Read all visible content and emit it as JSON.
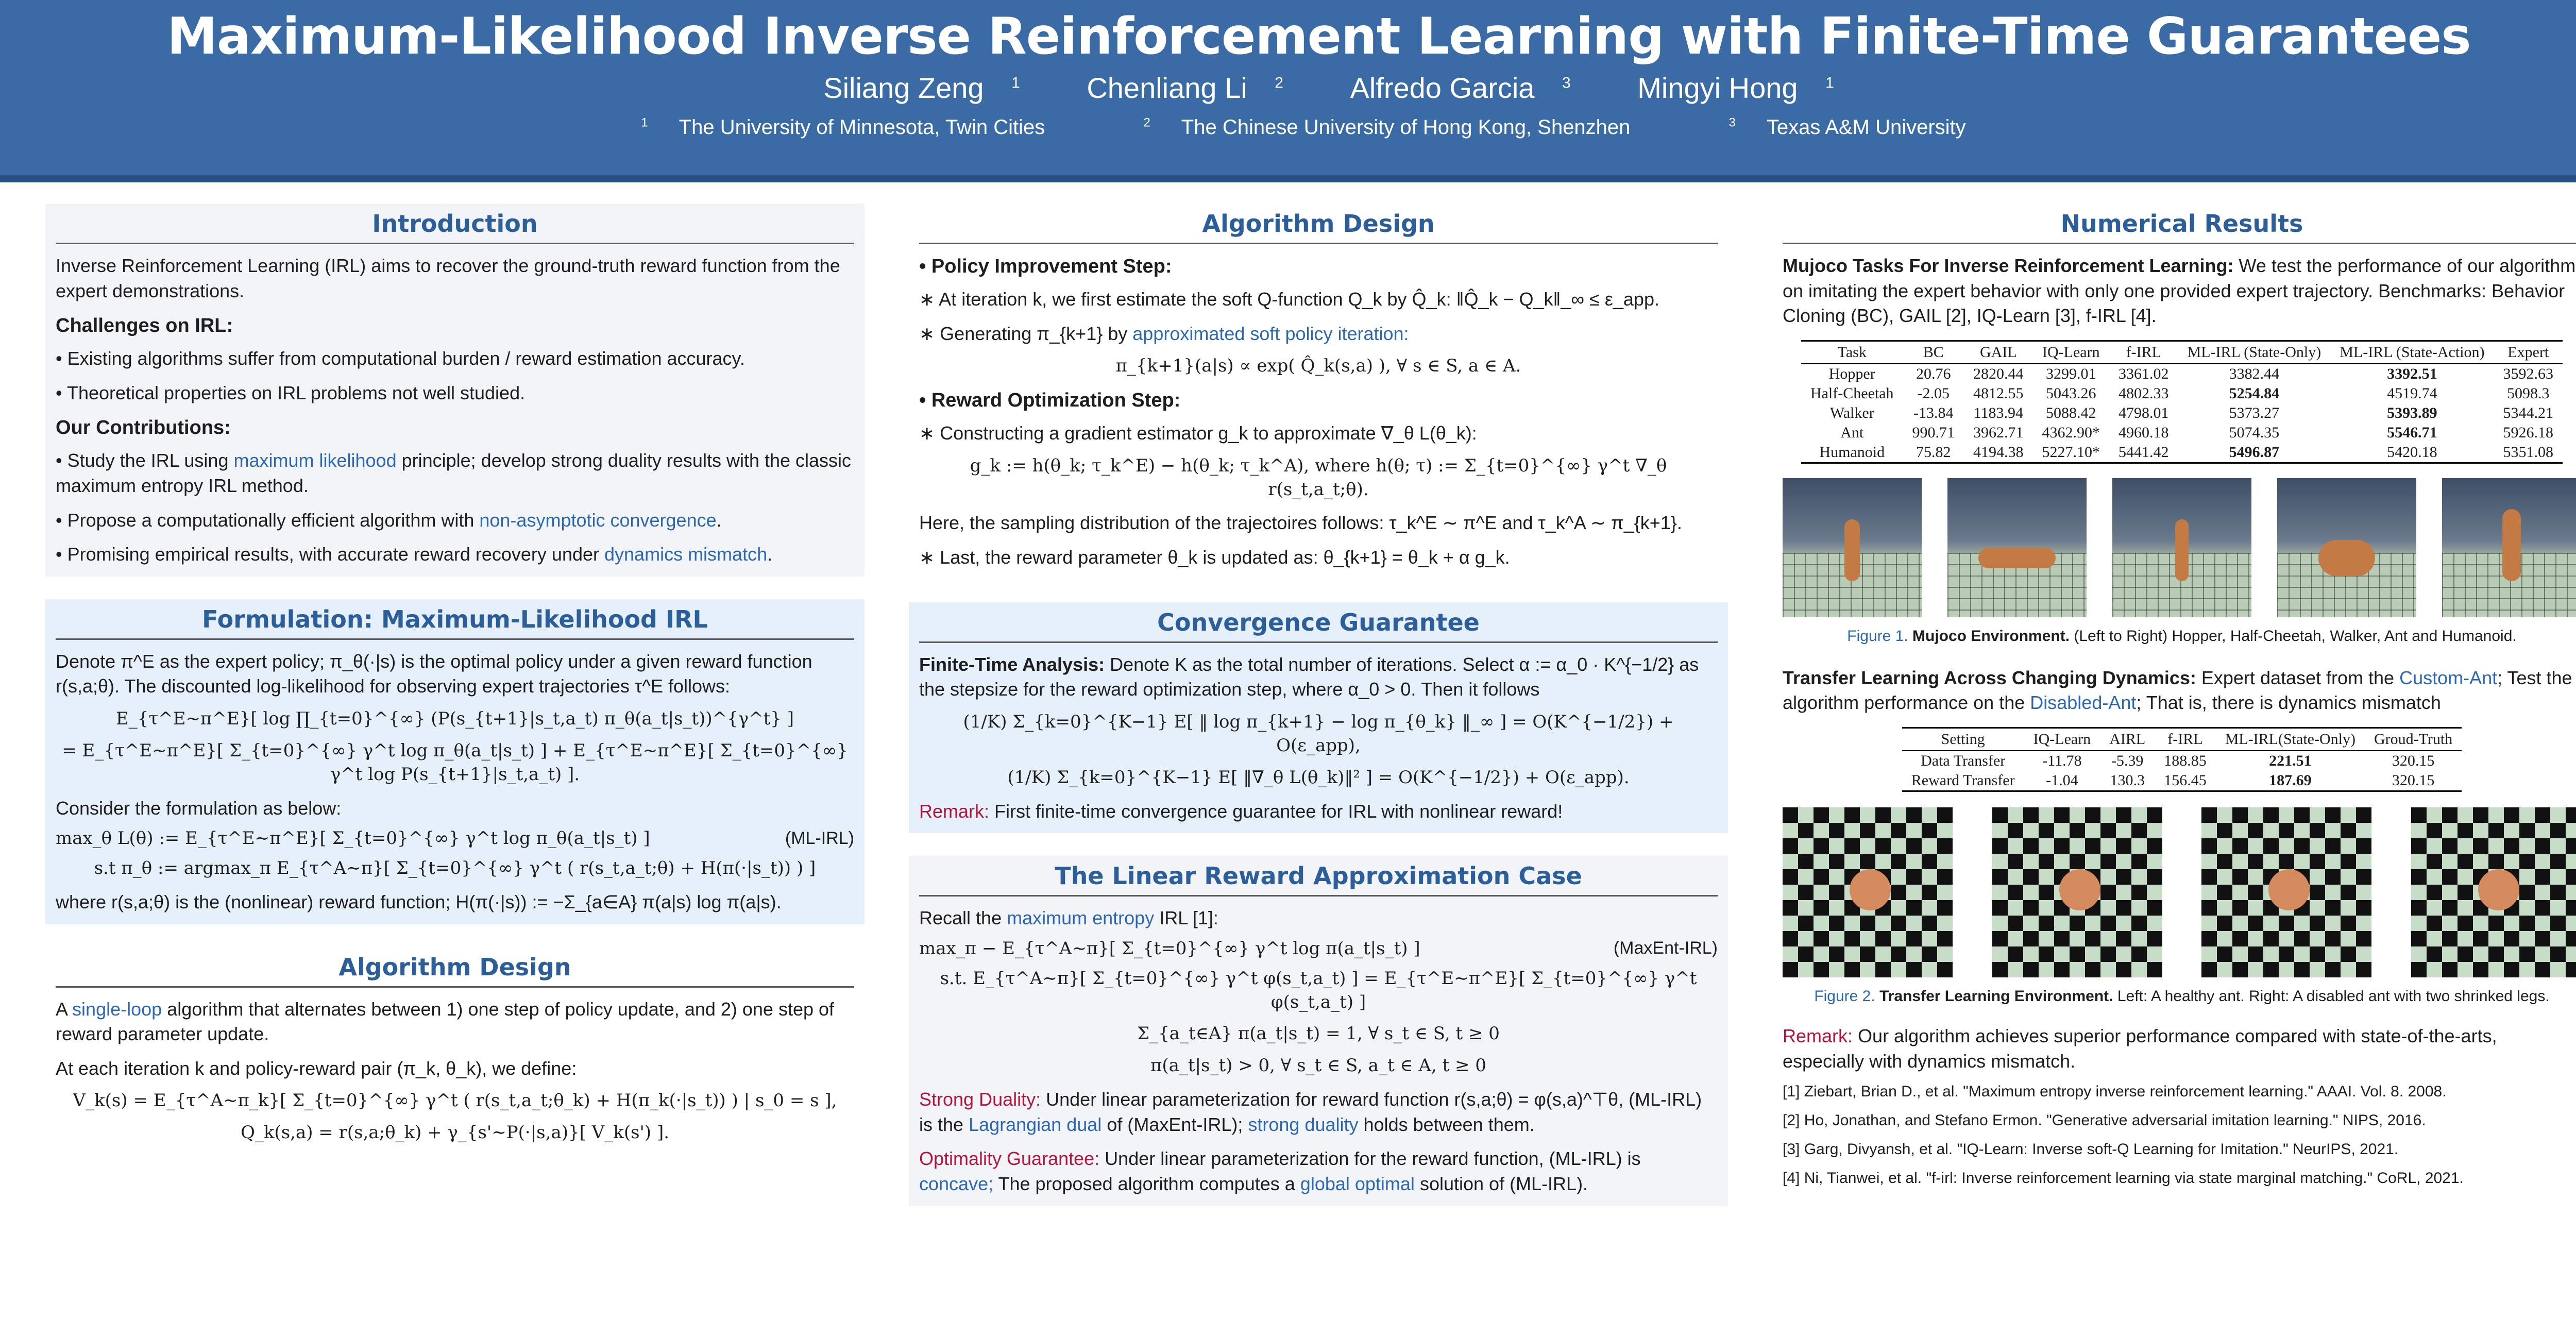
{
  "header": {
    "title": "Maximum-Likelihood Inverse Reinforcement Learning with Finite-Time Guarantees",
    "authors": [
      {
        "name": "Siliang Zeng",
        "sup": "1"
      },
      {
        "name": "Chenliang Li",
        "sup": "2"
      },
      {
        "name": "Alfredo Garcia",
        "sup": "3"
      },
      {
        "name": "Mingyi Hong",
        "sup": "1"
      }
    ],
    "affiliations": [
      {
        "sup": "1",
        "name": "The University of Minnesota, Twin Cities"
      },
      {
        "sup": "2",
        "name": "The Chinese University of Hong Kong, Shenzhen"
      },
      {
        "sup": "3",
        "name": "Texas A&M University"
      }
    ]
  },
  "intro": {
    "heading": "Introduction",
    "p1_term": "Inverse Reinforcement Learning",
    "p1_rest": "(IRL) aims to recover the ground-truth reward function from the expert demonstrations.",
    "challenges_title": "Challenges on IRL:",
    "challenge1": "Existing algorithms suffer from computational burden / reward estimation accuracy.",
    "challenge2": "Theoretical properties on IRL problems not well studied.",
    "contrib_title": "Our Contributions:",
    "c1_a": "Study the IRL using",
    "c1_link": "maximum likelihood",
    "c1_b": "principle; develop strong duality results with the classic maximum entropy IRL method.",
    "c2_a": "Propose a computationally efficient algorithm with",
    "c2_link": "non-asymptotic convergence",
    "c3_a": "Promising empirical results, with accurate reward recovery under",
    "c3_link": "dynamics mismatch"
  },
  "formulation": {
    "heading": "Formulation: Maximum-Likelihood IRL",
    "p1": "Denote π^E as the expert policy; π_θ(·|s) is the optimal policy under a given reward function r(s,a;θ). The discounted log-likelihood for observing expert trajectories τ^E follows:",
    "eq1": "E_{τ^E∼π^E}[ log ∏_{t=0}^{∞} (P(s_{t+1}|s_t,a_t) π_θ(a_t|s_t))^{γ^t} ]",
    "eq2": "= E_{τ^E∼π^E}[ Σ_{t=0}^{∞} γ^t log π_θ(a_t|s_t) ] + E_{τ^E∼π^E}[ Σ_{t=0}^{∞} γ^t log P(s_{t+1}|s_t,a_t) ].",
    "p2": "Consider the formulation as below:",
    "eq3": "max_θ   L(θ) := E_{τ^E∼π^E}[ Σ_{t=0}^{∞} γ^t log π_θ(a_t|s_t) ]",
    "eq3_tag": "(ML-IRL)",
    "eq4": "s.t   π_θ := argmax_π E_{τ^A∼π}[ Σ_{t=0}^{∞} γ^t ( r(s_t,a_t;θ) + H(π(·|s_t)) ) ]",
    "p3": "where r(s,a;θ) is the (nonlinear) reward function; H(π(·|s)) := −Σ_{a∈A} π(a|s) log π(a|s)."
  },
  "alg1": {
    "heading": "Algorithm Design",
    "p1_a": "A",
    "p1_link": "single-loop",
    "p1_b": "algorithm that alternates between 1) one step of policy update, and 2) one step of reward parameter update.",
    "p2": "At each iteration k and policy-reward pair (π_k, θ_k), we define:",
    "eq1": "V_k(s) = E_{τ^A∼π_k}[ Σ_{t=0}^{∞} γ^t ( r(s_t,a_t;θ_k) + H(π_k(·|s_t)) ) | s_0 = s ],",
    "eq2": "Q_k(s,a) = r(s,a;θ_k) + γ_{s'∼P(·|s,a)}[ V_k(s') ]."
  },
  "alg2": {
    "heading": "Algorithm Design",
    "s1_title": "• Policy Improvement Step:",
    "s1_p1": "∗ At iteration k, we first estimate the soft Q-function Q_k by Q̂_k: ‖Q̂_k − Q_k‖_∞ ≤ ε_app.",
    "s1_p2_a": "∗ Generating π_{k+1} by",
    "s1_p2_link": "approximated soft policy iteration:",
    "s1_eq": "π_{k+1}(a|s) ∝ exp( Q̂_k(s,a) ),    ∀ s ∈ S, a ∈ A.",
    "s2_title": "• Reward Optimization Step:",
    "s2_p1": "∗ Constructing a gradient estimator g_k to approximate ∇_θ L(θ_k):",
    "s2_eq": "g_k := h(θ_k; τ_k^E) − h(θ_k; τ_k^A),  where  h(θ; τ) := Σ_{t=0}^{∞} γ^t ∇_θ r(s_t,a_t;θ).",
    "s2_p2": "Here, the sampling distribution of the trajectoires follows: τ_k^E ∼ π^E and τ_k^A ∼ π_{k+1}.",
    "s2_p3": "∗ Last, the reward parameter θ_k is updated as: θ_{k+1} = θ_k + α g_k."
  },
  "conv": {
    "heading": "Convergence Guarantee",
    "lead": "Finite-Time Analysis:",
    "p1": "Denote K as the total number of iterations. Select α := α_0 · K^{−1/2} as the stepsize for the reward optimization step, where α_0 > 0. Then it follows",
    "eq1": "(1/K) Σ_{k=0}^{K−1} E[ ‖ log π_{k+1} − log π_{θ_k} ‖_∞ ] = O(K^{−1/2}) + O(ε_app),",
    "eq2": "(1/K) Σ_{k=0}^{K−1} E[ ‖∇_θ L(θ_k)‖² ] = O(K^{−1/2}) + O(ε_app).",
    "remark_label": "Remark:",
    "remark": "First finite-time convergence guarantee for IRL with nonlinear reward!"
  },
  "linear": {
    "heading": "The Linear Reward Approximation Case",
    "p1_a": "Recall the",
    "p1_link": "maximum entropy",
    "p1_b": "IRL [1]:",
    "eq1": "max_π   − E_{τ^A∼π}[ Σ_{t=0}^{∞} γ^t log π(a_t|s_t) ]",
    "eq1_tag": "(MaxEnt-IRL)",
    "eq2": "s.t.   E_{τ^A∼π}[ Σ_{t=0}^{∞} γ^t φ(s_t,a_t) ] = E_{τ^E∼π^E}[ Σ_{t=0}^{∞} γ^t φ(s_t,a_t) ]",
    "eq3": "Σ_{a_t∈A} π(a_t|s_t) = 1,    ∀ s_t ∈ S, t ≥ 0",
    "eq4": "π(a_t|s_t) > 0,    ∀ s_t ∈ S, a_t ∈ A, t ≥ 0",
    "sd_label": "Strong Duality:",
    "sd_p1": "Under linear parameterization for reward function r(s,a;θ) = φ(s,a)^⊤θ, (ML-IRL) is the",
    "sd_link1": "Lagrangian dual",
    "sd_p2": "of (MaxEnt-IRL);",
    "sd_link2": "strong duality",
    "sd_p3": "holds between them.",
    "og_label": "Optimality Guarantee:",
    "og_p1": "Under linear parameterization for the reward function, (ML-IRL) is",
    "og_link1": "concave;",
    "og_p2": "The proposed algorithm computes a",
    "og_link2": "global optimal",
    "og_p3": "solution of (ML-IRL)."
  },
  "results": {
    "heading": "Numerical Results",
    "mujoco_lead": "Mujoco Tasks For Inverse Reinforcement Learning:",
    "mujoco_text": "We test the performance of our algorithm on imitating the expert behavior with only one provided expert trajectory. Benchmarks: Behavior Cloning (BC), GAIL [2], IQ-Learn [3], f-IRL [4].",
    "table1": {
      "headers": [
        "Task",
        "BC",
        "GAIL",
        "IQ-Learn",
        "f-IRL",
        "ML-IRL (State-Only)",
        "ML-IRL (State-Action)",
        "Expert"
      ],
      "rows": [
        [
          "Hopper",
          "20.76",
          "2820.44",
          "3299.01",
          "3361.02",
          "3382.44",
          "3392.51",
          "3592.63"
        ],
        [
          "Half-Cheetah",
          "-2.05",
          "4812.55",
          "5043.26",
          "4802.33",
          "5254.84",
          "4519.74",
          "5098.3"
        ],
        [
          "Walker",
          "-13.84",
          "1183.94",
          "5088.42",
          "4798.01",
          "5373.27",
          "5393.89",
          "5344.21"
        ],
        [
          "Ant",
          "990.71",
          "3962.71",
          "4362.90*",
          "4960.18",
          "5074.35",
          "5546.71",
          "5926.18"
        ],
        [
          "Humanoid",
          "75.82",
          "4194.38",
          "5227.10*",
          "5441.42",
          "5496.87",
          "5420.18",
          "5351.08"
        ]
      ],
      "bold": [
        [
          0,
          6
        ],
        [
          1,
          5
        ],
        [
          2,
          6
        ],
        [
          3,
          6
        ],
        [
          4,
          5
        ]
      ]
    },
    "fig1_label": "Figure 1.",
    "fig1_title": "Mujoco Environment.",
    "fig1_text": "(Left to Right) Hopper, Half-Cheetah, Walker, Ant and Humanoid.",
    "tl_lead": "Transfer Learning Across Changing Dynamics:",
    "tl_a": "Expert dataset from the",
    "tl_link1": "Custom-Ant",
    "tl_b": "; Test the algorithm performance on the",
    "tl_link2": "Disabled-Ant",
    "tl_c": "; That is, there is dynamics mismatch",
    "table2": {
      "headers": [
        "Setting",
        "IQ-Learn",
        "AIRL",
        "f-IRL",
        "ML-IRL(State-Only)",
        "Groud-Truth"
      ],
      "rows": [
        [
          "Data Transfer",
          "-11.78",
          "-5.39",
          "188.85",
          "221.51",
          "320.15"
        ],
        [
          "Reward Transfer",
          "-1.04",
          "130.3",
          "156.45",
          "187.69",
          "320.15"
        ]
      ],
      "bold": [
        [
          0,
          4
        ],
        [
          1,
          4
        ]
      ]
    },
    "fig2_label": "Figure 2.",
    "fig2_title": "Transfer Learning Environment.",
    "fig2_text": "Left: A healthy ant. Right: A disabled ant with two shrinked legs.",
    "remark_label": "Remark:",
    "remark": "Our algorithm achieves superior performance compared with state-of-the-arts, especially with dynamics mismatch.",
    "refs": [
      "[1] Ziebart, Brian D., et al. \"Maximum entropy inverse reinforcement learning.\" AAAI. Vol. 8. 2008.",
      "[2] Ho, Jonathan, and Stefano Ermon. \"Generative adversarial imitation learning.\" NIPS, 2016.",
      "[3] Garg, Divyansh, et al. \"IQ-Learn: Inverse soft-Q Learning for Imitation.\" NeurIPS, 2021.",
      "[4] Ni, Tianwei, et al. \"f-irl: Inverse reinforcement learning via state marginal matching.\" CoRL, 2021."
    ]
  },
  "colors": {
    "header": "#3a6ba5",
    "heading": "#2c5f9a",
    "link": "#2c68b0",
    "remark": "#b0163c"
  }
}
